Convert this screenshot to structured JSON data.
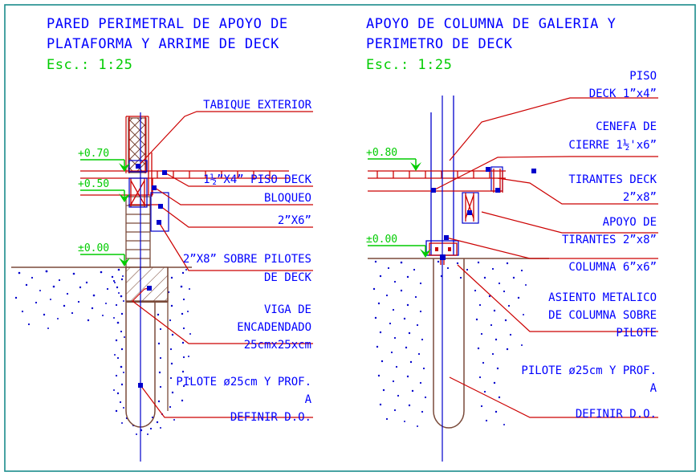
{
  "drawing": {
    "border_color": "#1a8c8c",
    "title_color": "#0000ff",
    "scale_color": "#00cc00",
    "leader_color": "#cc0000",
    "structure_color": "#cc0000",
    "masonry_color": "#7a4a3a",
    "soil_color": "#0000cc",
    "centerline_color": "#0000cc"
  },
  "panels": [
    {
      "id": "left",
      "title_line1": "PARED PERIMETRAL DE APOYO DE",
      "title_line2": "PLATAFORMA Y ARRIME DE DECK",
      "scale": "Esc.: 1:25",
      "levels": [
        {
          "label": "+0.70"
        },
        {
          "label": "+0.50"
        },
        {
          "label": "±0.00"
        }
      ],
      "labels": [
        {
          "name": "tabique-exterior",
          "lines": [
            "TABIQUE EXTERIOR"
          ]
        },
        {
          "name": "piso-deck",
          "lines": [
            "1½”X4” PISO DECK"
          ]
        },
        {
          "name": "bloqueo",
          "lines": [
            "BLOQUEO"
          ]
        },
        {
          "name": "dos-por-seis",
          "lines": [
            "2”X6”"
          ]
        },
        {
          "name": "sobre-pilotes",
          "lines": [
            "2”X8” SOBRE PILOTES",
            "DE DECK"
          ]
        },
        {
          "name": "viga-encadenado",
          "lines": [
            "VIGA DE",
            "ENCADENDADO",
            "25cmx25xcm"
          ]
        },
        {
          "name": "pilote",
          "lines": [
            "PILOTE ø25cm Y PROF.",
            "A",
            "DEFINIR D.O."
          ]
        }
      ]
    },
    {
      "id": "right",
      "title_line1": "APOYO DE COLUMNA DE GALERIA Y",
      "title_line2": "PERIMETRO DE DECK",
      "scale": "Esc.: 1:25",
      "levels": [
        {
          "label": "+0.80"
        },
        {
          "label": "±0.00"
        }
      ],
      "labels": [
        {
          "name": "piso-deck",
          "lines": [
            "PISO",
            "DECK 1”x4”"
          ]
        },
        {
          "name": "cenefa-cierre",
          "lines": [
            "CENEFA DE",
            "CIERRE 1½'x6”"
          ]
        },
        {
          "name": "tirantes-deck",
          "lines": [
            "TIRANTES  DECK",
            "2”x8”"
          ]
        },
        {
          "name": "apoyo-tirantes",
          "lines": [
            "APOYO DE",
            "TIRANTES 2”x8”"
          ]
        },
        {
          "name": "columna",
          "lines": [
            "COLUMNA 6”x6”"
          ]
        },
        {
          "name": "asiento-metalico",
          "lines": [
            "ASIENTO METALICO",
            "DE COLUMNA SOBRE",
            "PILOTE"
          ]
        },
        {
          "name": "pilote",
          "lines": [
            "PILOTE ø25cm Y PROF.",
            "A",
            "DEFINIR D.O."
          ]
        }
      ]
    }
  ]
}
